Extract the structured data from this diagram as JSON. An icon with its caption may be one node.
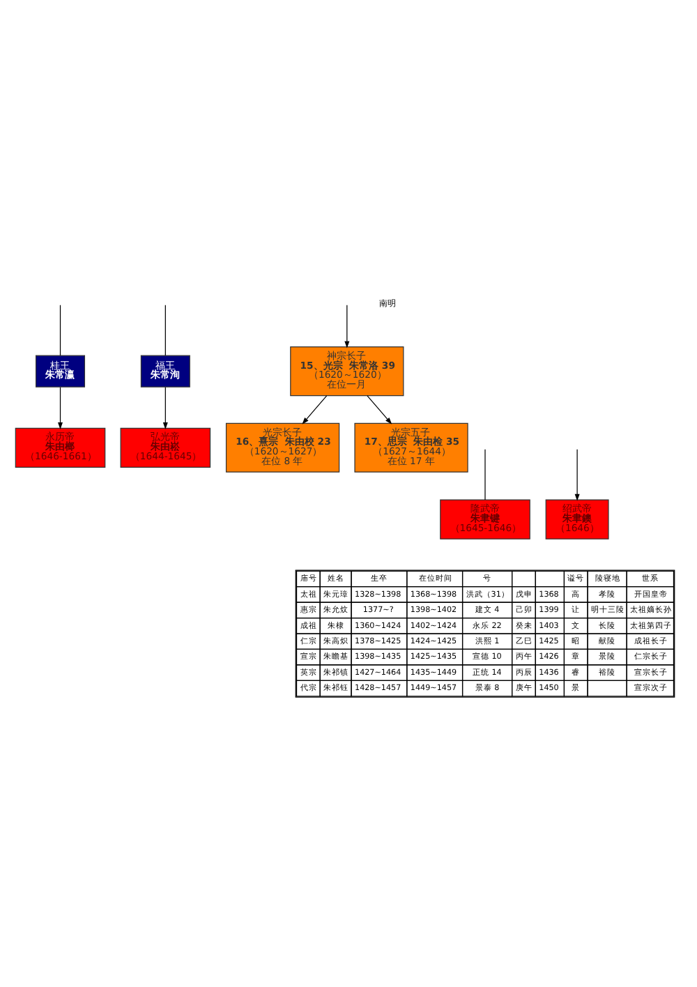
{
  "diagram": {
    "nodes": [
      {
        "text": [
          "桂王",
          "朱常瀛"
        ]
      },
      {
        "text": [
          "福王",
          "朱常洵"
        ]
      },
      {
        "text": [
          "神宗长子",
          "15、光宗  朱常洛 39",
          "（1620～1620）",
          "在位一月"
        ]
      },
      {
        "text": [
          "永历帝",
          "朱由榔",
          "（1646-1661）"
        ]
      },
      {
        "text": [
          "弘光帝",
          "朱由崧",
          "（1644-1645）"
        ]
      },
      {
        "text": [
          "光宗长子",
          "16、熹宗  朱由校 23",
          "（1620～1627）",
          "在位 8 年"
        ]
      },
      {
        "text": [
          "光宗五子",
          "17、思宗  朱由检 35",
          "（1627～1644）",
          "在位 17 年"
        ]
      },
      {
        "text": [
          "隆武帝",
          "朱聿键",
          "（1645-1646）"
        ]
      },
      {
        "text": [
          "绍武帝",
          "朱聿鐭",
          "（1646）"
        ]
      }
    ],
    "edges": [
      {
        "from": null,
        "to": 0,
        "arrow": "none"
      },
      {
        "from": null,
        "to": 1,
        "arrow": "none"
      },
      {
        "from": null,
        "to": 2,
        "arrow": "to"
      },
      {
        "from": 0,
        "to": 3,
        "arrow": "to"
      },
      {
        "from": 1,
        "to": 4,
        "arrow": "to"
      },
      {
        "from": 2,
        "to": 5,
        "arrow": "to"
      },
      {
        "from": 2,
        "to": 6,
        "arrow": "to"
      },
      {
        "from": null,
        "to": 7,
        "arrow": "none"
      },
      {
        "from": null,
        "to": 8,
        "arrow": "to"
      }
    ],
    "labels": [
      "南明",
      "庙号",
      "姓名",
      "生卒",
      "在位时间",
      "号",
      "谥号",
      "陵寝地",
      "世系",
      "太祖",
      "朱元璋",
      "1328~1398",
      "1368~1398",
      "洪武（31）",
      "戊申",
      "1368",
      "高",
      "孝陵",
      "开国皇帝",
      "惠宗",
      "朱允炆",
      "1377~?",
      "1398~1402",
      "建文 4",
      "己卯",
      "1399",
      "让",
      "明十三陵",
      "太祖嫡长孙",
      "成祖",
      "朱棣",
      "1360~1424",
      "1402~1424",
      "永乐 22",
      "癸未",
      "1403",
      "文",
      "长陵",
      "太祖第四子",
      "仁宗",
      "朱高炽",
      "1378~1425",
      "1424~1425",
      "洪熙 1",
      "乙巳",
      "1425",
      "昭",
      "献陵",
      "成祖长子",
      "宣宗",
      "朱瞻基",
      "1398~1435",
      "1425~1435",
      "宣德 10",
      "丙午",
      "1426",
      "章",
      "景陵",
      "仁宗长子",
      "英宗",
      "朱祁镇",
      "1427~1464",
      "1435~1449",
      "正统 14",
      "丙辰",
      "1436",
      "睿",
      "裕陵",
      "宣宗长子",
      "代宗",
      "朱祁钰",
      "1428~1457",
      "1449~1457",
      "景泰 8",
      "庚午",
      "1450",
      "景",
      "宣宗次子"
    ]
  }
}
